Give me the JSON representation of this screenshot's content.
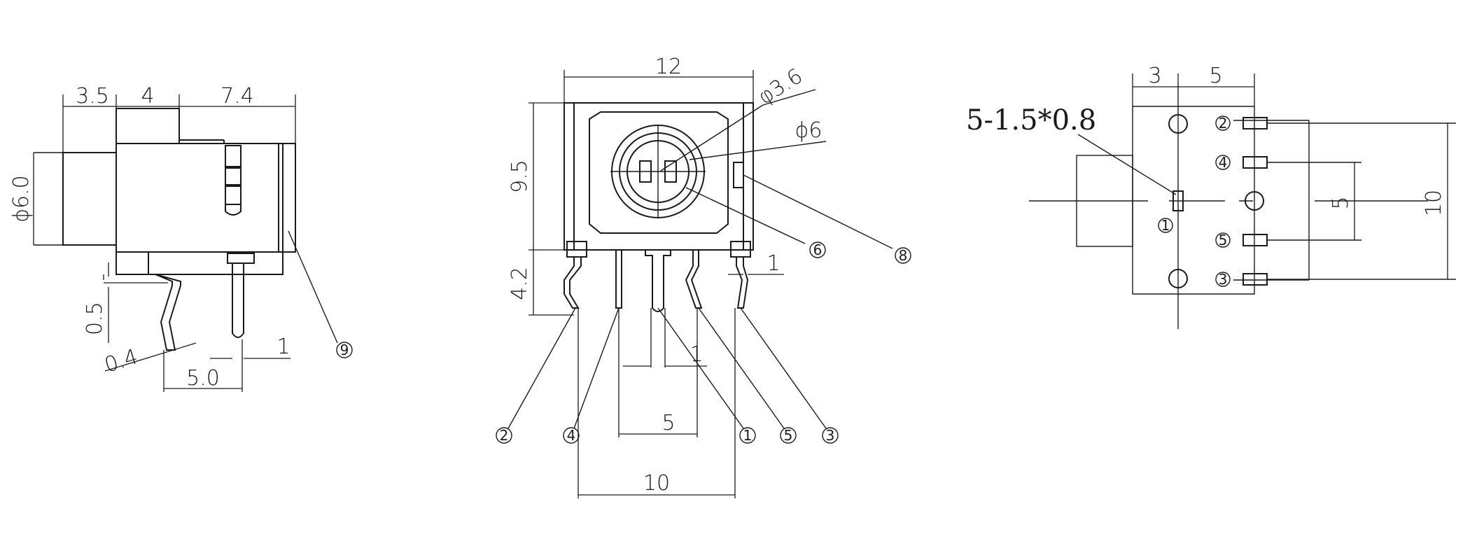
{
  "side_view": {
    "dims": {
      "d_3_5": "3.5",
      "d_4": "4",
      "d_7_4": "7.4",
      "d_phi6": "ϕ6.0",
      "d_0_5": "0.5",
      "d_0_4": "0.4",
      "d_5_0": "5.0",
      "d_1": "1"
    },
    "callout_9": "9"
  },
  "front_view": {
    "dims": {
      "d_12": "12",
      "d_9_5": "9.5",
      "d_4_2": "4.2",
      "d_phi3_6": "φ3.6",
      "d_phi6": "ϕ6",
      "d_1": "1",
      "d_1b": "1",
      "d_5": "5",
      "d_10": "10"
    },
    "callouts": {
      "c8": "8",
      "c6": "6",
      "c2": "2",
      "c4": "4",
      "c1": "1",
      "c5": "5",
      "c3": "3"
    }
  },
  "pcb_view": {
    "hole_spec": "5-1.5*0.8",
    "dims": {
      "d_3": "3",
      "d_5_top": "5",
      "d_5_side": "5",
      "d_10_side": "10"
    },
    "pins": {
      "p2": "2",
      "p4": "4",
      "p1": "1",
      "p5": "5",
      "p3": "3"
    }
  }
}
